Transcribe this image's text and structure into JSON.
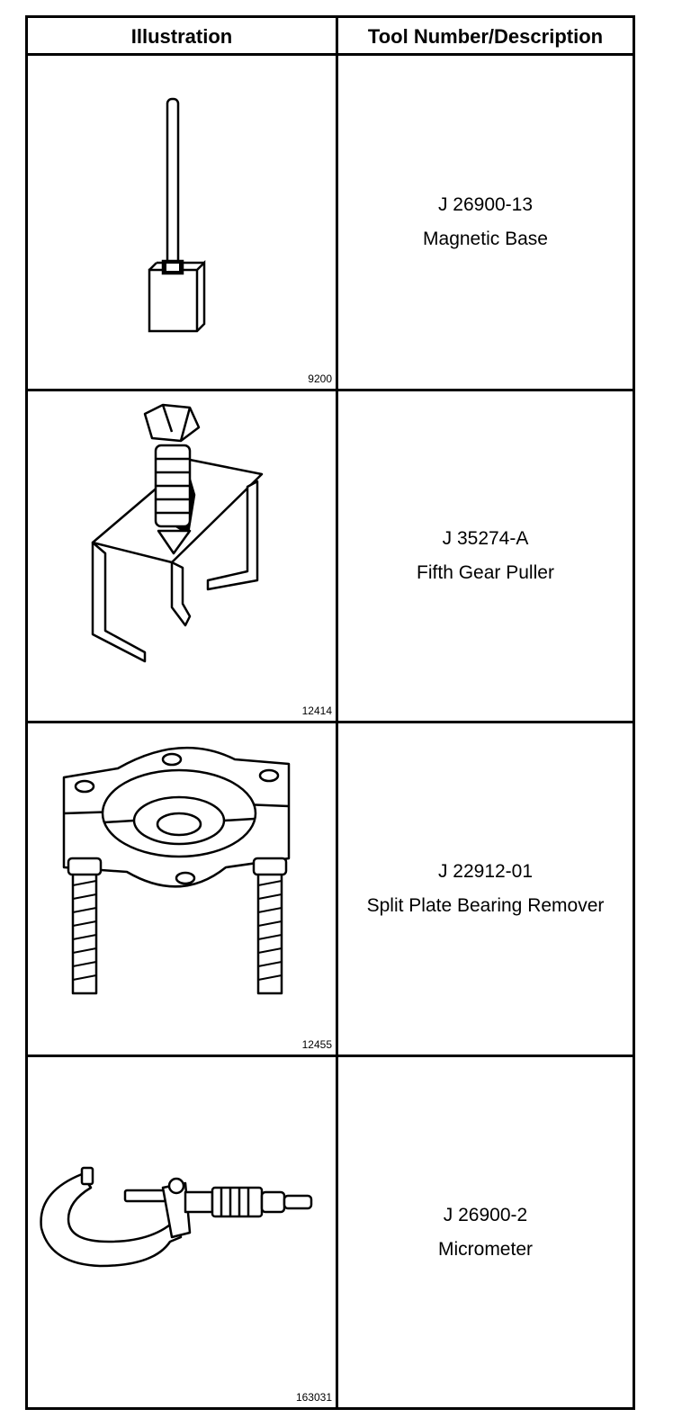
{
  "table": {
    "header": {
      "illustration": "Illustration",
      "description": "Tool Number/Description"
    },
    "rows": [
      {
        "figure": "9200",
        "tool_number": "J 26900-13",
        "description": "Magnetic Base",
        "icon": "magnetic-base-icon"
      },
      {
        "figure": "12414",
        "tool_number": "J 35274-A",
        "description": "Fifth Gear Puller",
        "icon": "gear-puller-icon"
      },
      {
        "figure": "12455",
        "tool_number": "J 22912-01",
        "description": "Split Plate Bearing Remover",
        "icon": "bearing-remover-icon"
      },
      {
        "figure": "163031",
        "tool_number": "J 26900-2",
        "description": "Micrometer",
        "icon": "micrometer-icon"
      }
    ]
  }
}
